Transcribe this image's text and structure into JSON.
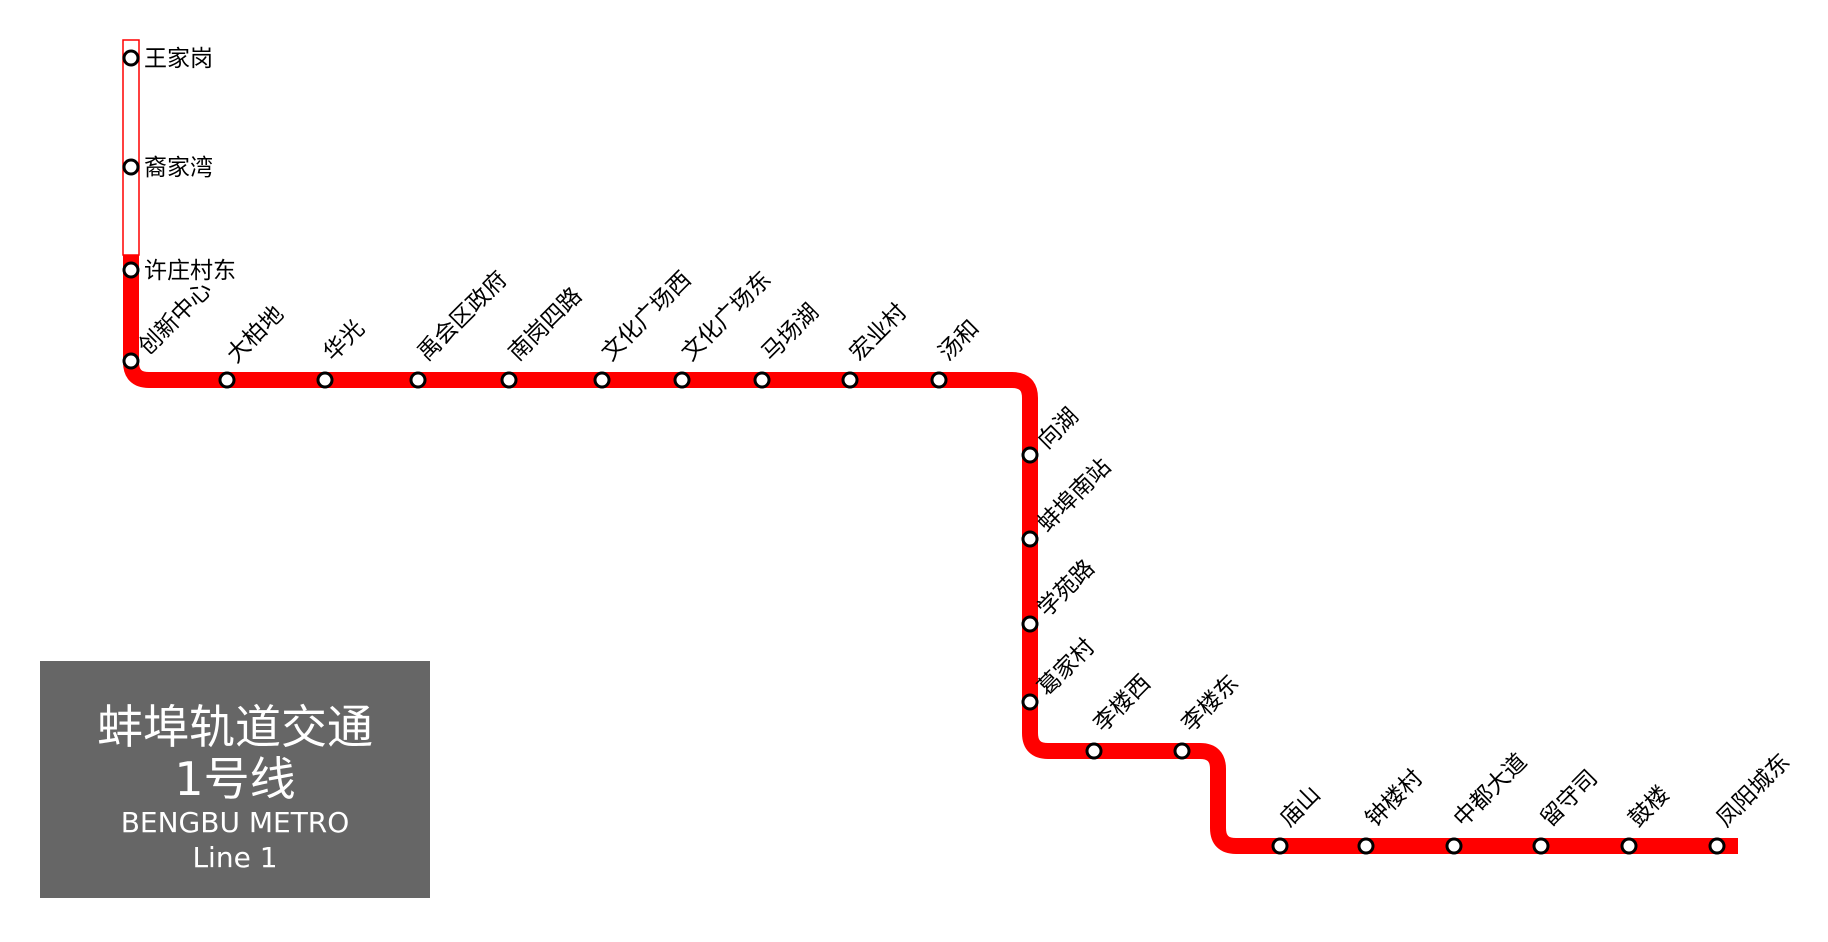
{
  "line": {
    "color": "#ff0000",
    "planned_color": "#ffffff",
    "stations": [
      {
        "name": "王家岗",
        "status": "planned"
      },
      {
        "name": "裔家湾",
        "status": "planned"
      },
      {
        "name": "许庄村东",
        "status": "open"
      },
      {
        "name": "创新中心",
        "status": "open"
      },
      {
        "name": "大柏地",
        "status": "open"
      },
      {
        "name": "华光",
        "status": "open"
      },
      {
        "name": "禹会区政府",
        "status": "open"
      },
      {
        "name": "南岗四路",
        "status": "open"
      },
      {
        "name": "文化广场西",
        "status": "open"
      },
      {
        "name": "文化广场东",
        "status": "open"
      },
      {
        "name": "马场湖",
        "status": "open"
      },
      {
        "name": "宏业村",
        "status": "open"
      },
      {
        "name": "汤和",
        "status": "open"
      },
      {
        "name": "向湖",
        "status": "open"
      },
      {
        "name": "蚌埠南站",
        "status": "open"
      },
      {
        "name": "学苑路",
        "status": "open"
      },
      {
        "name": "葛家村",
        "status": "open"
      },
      {
        "name": "李楼西",
        "status": "open"
      },
      {
        "name": "李楼东",
        "status": "open"
      },
      {
        "name": "庙山",
        "status": "open"
      },
      {
        "name": "钟楼村",
        "status": "open"
      },
      {
        "name": "中都大道",
        "status": "open"
      },
      {
        "name": "留守司",
        "status": "open"
      },
      {
        "name": "鼓楼",
        "status": "open"
      },
      {
        "name": "凤阳城东",
        "status": "open"
      }
    ]
  },
  "legend": {
    "title_cn_1": "蚌埠轨道交通",
    "title_cn_2": "1号线",
    "title_en_1": "BENGBU METRO",
    "title_en_2": "Line 1",
    "background": "#666666"
  }
}
